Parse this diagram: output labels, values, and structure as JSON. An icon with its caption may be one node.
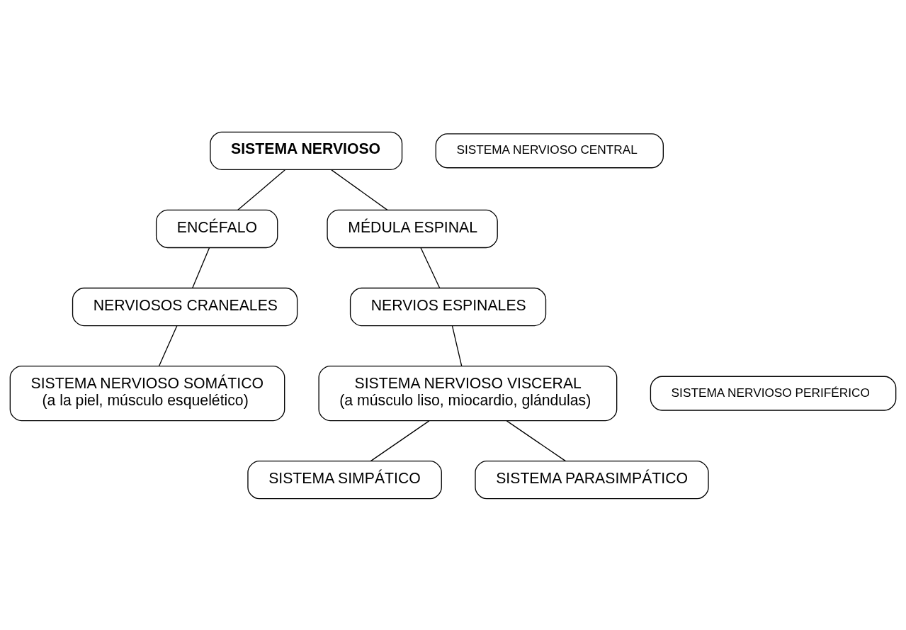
{
  "diagram": {
    "nodes": [
      {
        "text": [
          "SISTEMA NERVIOSO"
        ]
      },
      {
        "text": [
          "SISTEMA NERVIOSO CENTRAL"
        ]
      },
      {
        "text": [
          "ENCÉFALO"
        ]
      },
      {
        "text": [
          "MÉDULA ESPINAL"
        ]
      },
      {
        "text": [
          "NERVIOSOS CRANEALES"
        ]
      },
      {
        "text": [
          "NERVIOS ESPINALES"
        ]
      },
      {
        "text": [
          "SISTEMA NERVIOSO PERIFÉRICO"
        ]
      },
      {
        "text": [
          "SISTEMA NERVIOSO SOMÁTICO",
          "(a la piel, músculo esquelético)"
        ]
      },
      {
        "text": [
          "SISTEMA NERVIOSO VISCERAL",
          "(a músculo liso, miocardio, glándulas)"
        ]
      },
      {
        "text": [
          "SISTEMA SIMPÁTICO"
        ]
      },
      {
        "text": [
          "SISTEMA PARASIMPÁTICO"
        ]
      }
    ],
    "edges": [
      {
        "from": 0,
        "to": 2,
        "arrow": "none"
      },
      {
        "from": 0,
        "to": 3,
        "arrow": "none"
      },
      {
        "from": 2,
        "to": 4,
        "arrow": "none"
      },
      {
        "from": 3,
        "to": 5,
        "arrow": "none"
      },
      {
        "from": 4,
        "to": 7,
        "arrow": "none"
      },
      {
        "from": 5,
        "to": 8,
        "arrow": "none"
      },
      {
        "from": 8,
        "to": 9,
        "arrow": "none"
      },
      {
        "from": 8,
        "to": 10,
        "arrow": "none"
      }
    ]
  }
}
